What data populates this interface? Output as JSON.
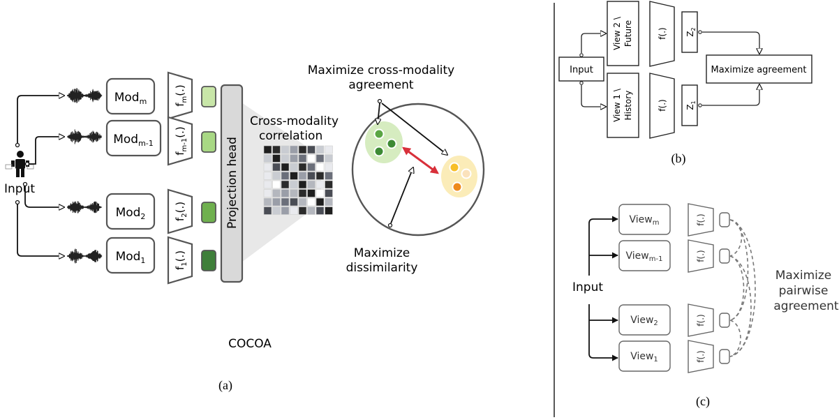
{
  "panel_a": {
    "input_label": "Input",
    "modalities": [
      {
        "mod_base": "Mod",
        "mod_sub": "m",
        "enc_base": "f",
        "enc_sub": "m",
        "enc_tail": "(.)",
        "emb_color": "#c8e6a8"
      },
      {
        "mod_base": "Mod",
        "mod_sub": "m-1",
        "enc_base": "f",
        "enc_sub": "m-1",
        "enc_tail": "(.)",
        "emb_color": "#a8d884"
      },
      {
        "mod_base": "Mod",
        "mod_sub": "2",
        "enc_base": "f",
        "enc_sub": "2",
        "enc_tail": "(.)",
        "emb_color": "#6fb04e"
      },
      {
        "mod_base": "Mod",
        "mod_sub": "1",
        "enc_base": "f",
        "enc_sub": "1",
        "enc_tail": "(.)",
        "emb_color": "#3f7f3a"
      }
    ],
    "projection_head": "Projection head",
    "correlation_line1": "Cross-modality",
    "correlation_line2": "correlation",
    "maximize_agreement_line1": "Maximize cross-modality",
    "maximize_agreement_line2": "agreement",
    "maximize_dissimilarity_line1": "Maximize",
    "maximize_dissimilarity_line2": "dissimilarity",
    "method_name": "COCOA",
    "caption": "(a)"
  },
  "panel_b": {
    "input_label": "Input",
    "view2_line1": "View 2 \\",
    "view2_line2": "Future",
    "view1_line1": "View 1 \\",
    "view1_line2": "History",
    "encoder": "f(.)",
    "z2_base": "Z",
    "z2_sub": "2",
    "z1_base": "Z",
    "z1_sub": "1",
    "objective": "Maximize agreement",
    "caption": "(b)"
  },
  "panel_c": {
    "input_label": "Input",
    "views": [
      {
        "base": "View",
        "sub": "m"
      },
      {
        "base": "View",
        "sub": "m-1"
      },
      {
        "base": "View",
        "sub": "2"
      },
      {
        "base": "View",
        "sub": "1"
      }
    ],
    "encoder": "f(.)",
    "objective_line1": "Maximize",
    "objective_line2": "pairwise",
    "objective_line3": "agreement",
    "caption": "(c)"
  },
  "colors": {
    "positive_cluster": "#d6ecc0",
    "negative_cluster": "#fbecb8",
    "dissimilarity_arrow": "#d8303a",
    "projection_head_fill": "#d9d9d9"
  }
}
